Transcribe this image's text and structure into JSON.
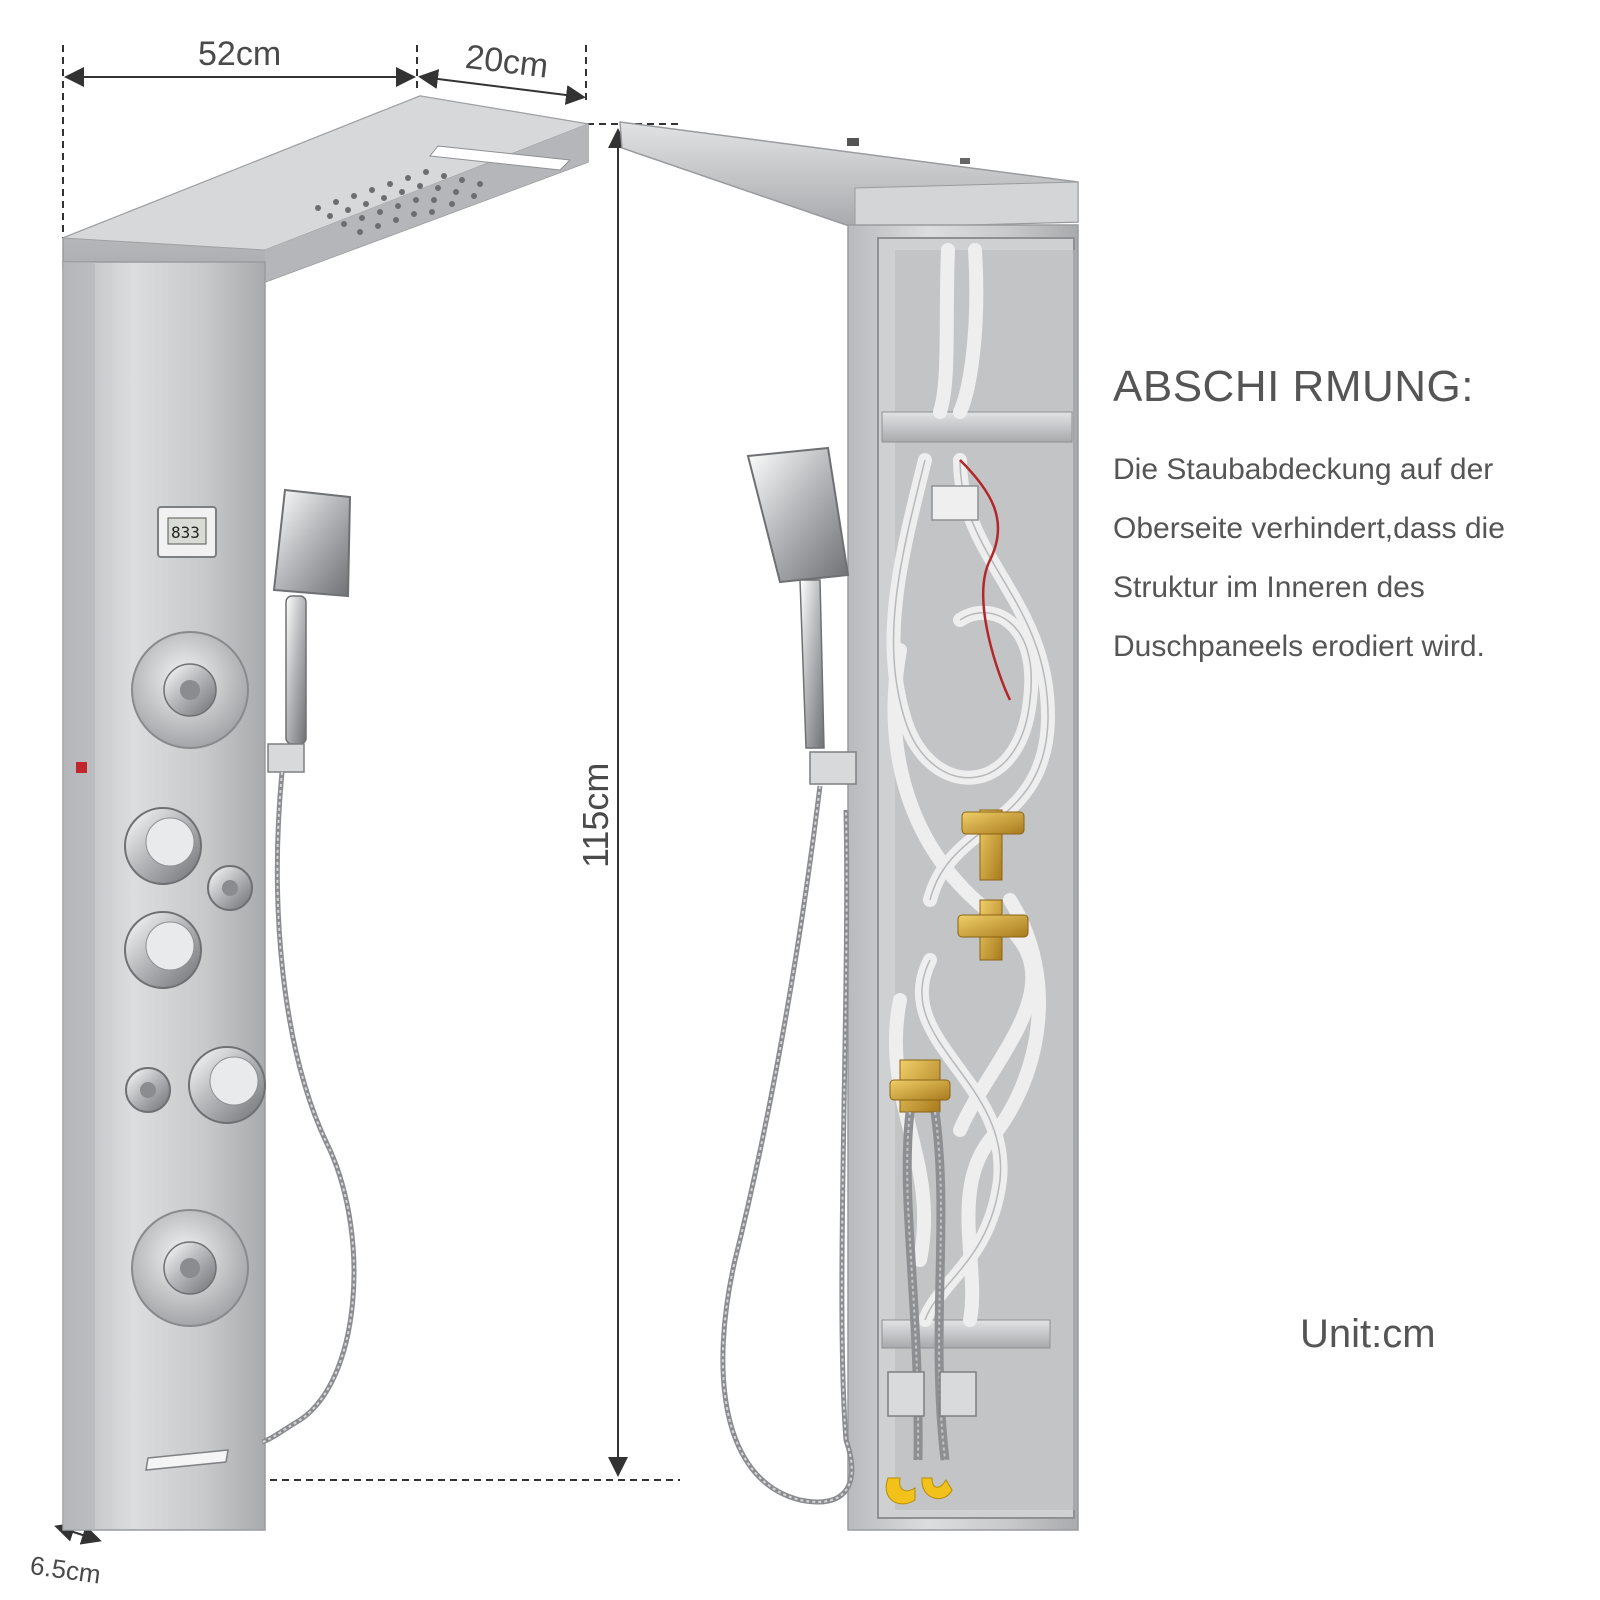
{
  "dimensions": {
    "width_label": "52cm",
    "depth_head_label": "20cm",
    "height_label": "115cm",
    "panel_depth_label": "6.5cm"
  },
  "notice": {
    "title": "ABSCHI RMUNG:",
    "lines": [
      "Die Staubabdeckung auf der",
      "Oberseite verhindert,dass die",
      "Struktur im Inneren des",
      "Duschpaneels erodiert wird."
    ]
  },
  "display": {
    "temperature_readout": "833"
  },
  "unit_label": "Unit:cm",
  "colors": {
    "steel": "#c9cacc",
    "steel_dark": "#9ea0a3",
    "hose_white": "#f0f0f0",
    "brass": "#d4a93a",
    "dimension_line": "#333333"
  }
}
